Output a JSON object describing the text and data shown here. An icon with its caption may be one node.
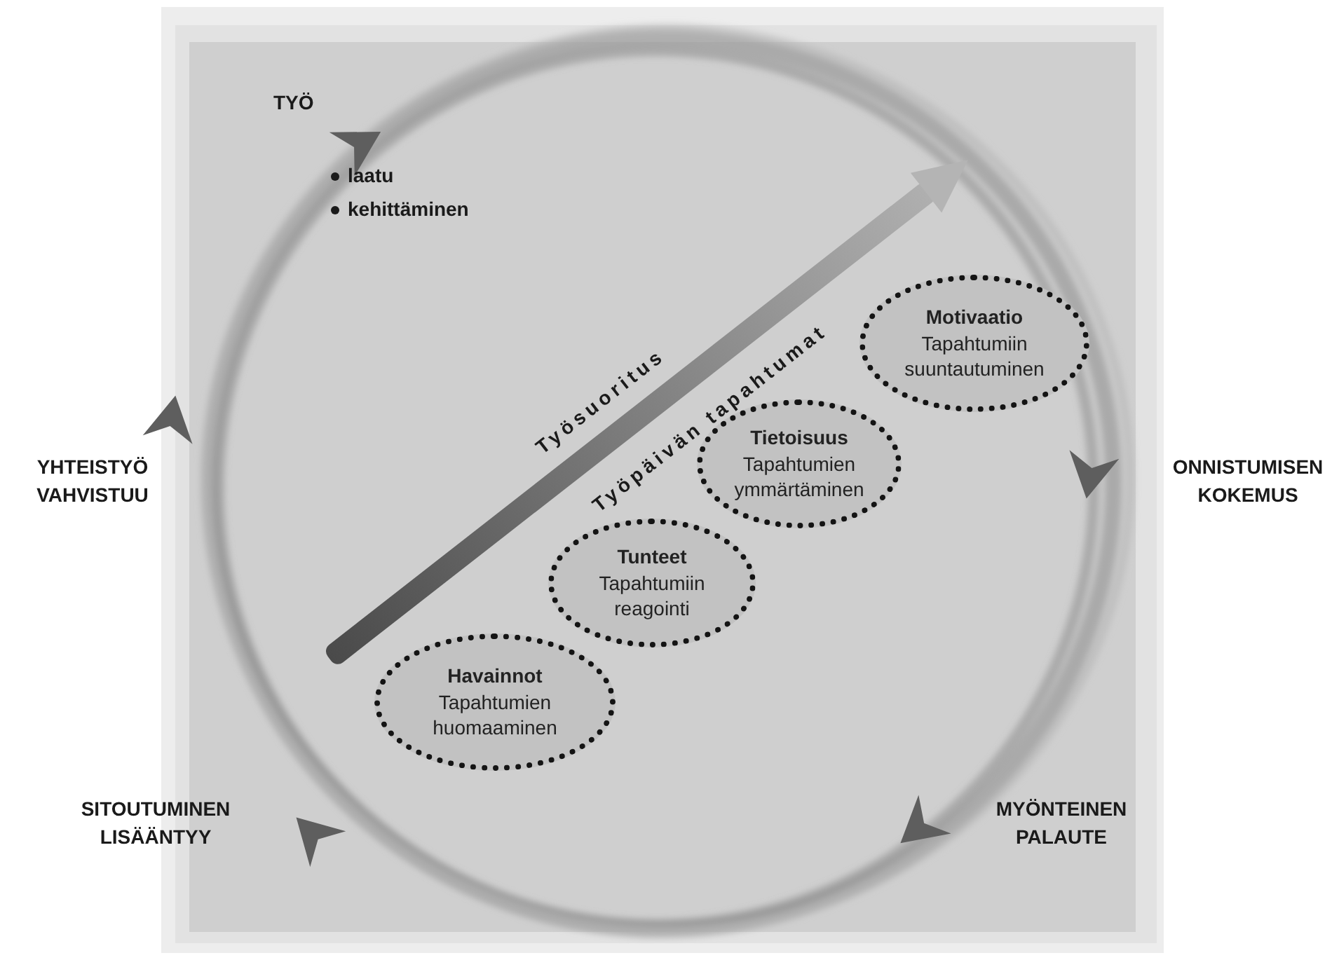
{
  "diagram": {
    "nodes": [
      {
        "text": [
          "Motivaatio",
          "Tapahtumiin suuntautuminen"
        ]
      },
      {
        "text": [
          "Tietoisuus",
          "Tapahtumien ymmärtäminen"
        ]
      },
      {
        "text": [
          "Tunteet",
          "Tapahtumiin reagointi"
        ]
      },
      {
        "text": [
          "Havainnot",
          "Tapahtumien huomaaminen"
        ]
      }
    ],
    "labels": [
      "TYÖ",
      "laatu",
      "kehittäminen",
      "Työsuoritus",
      "Työpäivän tapahtumat",
      "YHTEISTYÖ VAHVISTUU",
      "ONNISTUMISEN KOKEMUS",
      "SITOUTUMINEN LISÄÄNTYY",
      "MYÖNTEINEN PALAUTE"
    ]
  }
}
